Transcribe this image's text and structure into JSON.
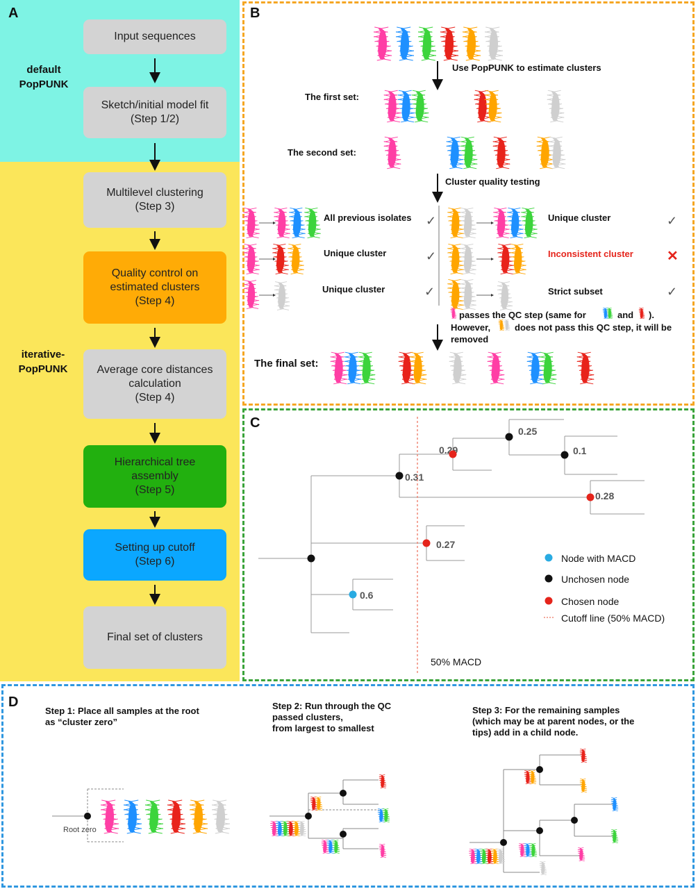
{
  "panel_a": {
    "letter": "A",
    "default_label": "default\nPopPUNK",
    "iterative_label": "iterative-\nPopPUNK",
    "boxes": [
      "Input sequences",
      "Sketch/initial model fit\n(Step 1/2)",
      "Multilevel clustering\n(Step 3)",
      "Quality control on\nestimated clusters\n(Step 4)",
      "Average core distances\ncalculation\n(Step 4)",
      "Hierarchical tree\nassembly\n(Step 5)",
      "Setting up cutoff\n(Step 6)",
      "Final set of clusters"
    ]
  },
  "panel_b": {
    "letter": "B",
    "estimate_label": "Use PopPUNK to estimate clusters",
    "first_set": "The first set:",
    "second_set": "The second set:",
    "quality_label": "Cluster quality testing",
    "left_results": [
      "All previous isolates",
      "Unique cluster",
      "Unique cluster"
    ],
    "right_results": [
      "Unique cluster",
      "Inconsistent cluster",
      "Strict subset"
    ],
    "note_1a": "passes the QC step (same for",
    "note_1b": "and",
    "note_1c": ").",
    "note_2a": "However,",
    "note_2b": "does not pass this QC step, it will be",
    "note_3": "removed",
    "final_set": "The final set:",
    "check_mark": "✓",
    "cross_mark": "✕"
  },
  "panel_c": {
    "letter": "C",
    "node_values": [
      "0.25",
      "0.29",
      "0.1",
      "0.31",
      "0.28",
      "0.27",
      "0.6"
    ],
    "legend": [
      "Node with MACD",
      "Unchosen node",
      "Chosen node",
      "Cutoff line (50% MACD)"
    ],
    "cutoff_label": "50% MACD"
  },
  "panel_d": {
    "letter": "D",
    "step1": "Step 1: Place all samples at the root\n as “cluster zero”",
    "step2": "Step 2: Run through the QC\npassed clusters,\nfrom largest to smallest",
    "step3": "Step 3: For the remaining samples\n(which may be at parent nodes, or the\ntips) add in a child node.",
    "root_label": "Root zero"
  },
  "colors": {
    "pink": "#ff3ea5",
    "blue": "#1e90ff",
    "green": "#3cd43c",
    "red": "#e8231b",
    "orange": "#ffa500",
    "gray": "#cfcfcf",
    "chosen": "#e5241b",
    "macd": "#29abe2"
  }
}
